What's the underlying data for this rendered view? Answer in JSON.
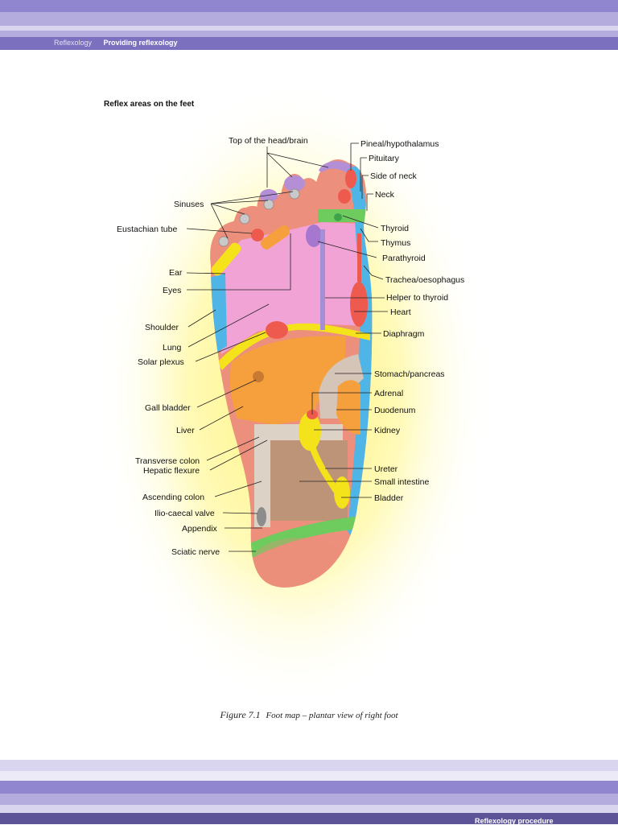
{
  "header": {
    "section": "Reflexology",
    "title": "Providing reflexology"
  },
  "figure": {
    "title": "Reflex areas on the feet",
    "caption_number": "Figure 7.1",
    "caption_text": "Foot map – plantar view of right foot",
    "labels_left": {
      "top_of_head": "Top of the head/brain",
      "sinuses": "Sinuses",
      "eustachian": "Eustachian tube",
      "ear": "Ear",
      "eyes": "Eyes",
      "shoulder": "Shoulder",
      "lung": "Lung",
      "solar_plexus": "Solar plexus",
      "gall_bladder": "Gall bladder",
      "liver": "Liver",
      "transverse_colon": "Transverse colon",
      "hepatic_flexure": "Hepatic flexure",
      "ascending_colon": "Ascending colon",
      "ilio_caecal": "Ilio-caecal valve",
      "appendix": "Appendix",
      "sciatic": "Sciatic nerve"
    },
    "labels_right": {
      "pineal": "Pineal/hypothalamus",
      "pituitary": "Pituitary",
      "side_of_neck": "Side of neck",
      "neck": "Neck",
      "thyroid": "Thyroid",
      "thymus": "Thymus",
      "parathyroid": "Parathyroid",
      "trachea": "Trachea/oesophagus",
      "helper_thyroid": "Helper to thyroid",
      "heart": "Heart",
      "diaphragm": "Diaphragm",
      "stomach": "Stomach/pancreas",
      "adrenal": "Adrenal",
      "duodenum": "Duodenum",
      "kidney": "Kidney",
      "ureter": "Ureter",
      "small_intestine": "Small intestine",
      "bladder": "Bladder"
    }
  },
  "footer": {
    "text": "Reflexology procedure"
  },
  "colors": {
    "band_dark": "#8f86cf",
    "band_mid": "#b3acdd",
    "band_light": "#d9d5ef",
    "band_deep": "#5d5498",
    "skin": "#ec8f7c",
    "pink_zone": "#f2a3d6",
    "orange_organ": "#f5a03c",
    "yellow_line": "#f4e21b",
    "blue_edge": "#4fb4e6",
    "green_band": "#6ecb5e",
    "intestine": "#bd9478"
  }
}
